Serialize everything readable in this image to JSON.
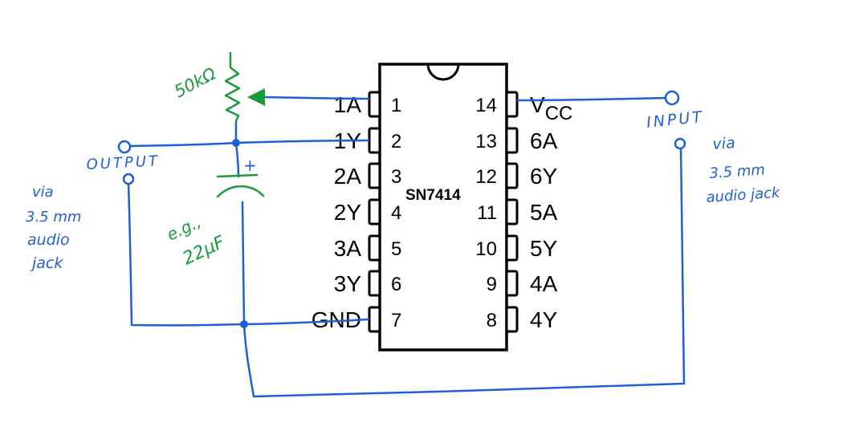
{
  "chip": {
    "name": "SN7414",
    "left_pins": [
      {
        "num": "1",
        "label": "1A"
      },
      {
        "num": "2",
        "label": "1Y"
      },
      {
        "num": "3",
        "label": "2A"
      },
      {
        "num": "4",
        "label": "2Y"
      },
      {
        "num": "5",
        "label": "3A"
      },
      {
        "num": "6",
        "label": "3Y"
      },
      {
        "num": "7",
        "label": "GND"
      }
    ],
    "right_pins": [
      {
        "num": "14",
        "label": "V",
        "sub": "CC"
      },
      {
        "num": "13",
        "label": "6A"
      },
      {
        "num": "12",
        "label": "6Y"
      },
      {
        "num": "11",
        "label": "5A"
      },
      {
        "num": "10",
        "label": "5Y"
      },
      {
        "num": "9",
        "label": "4A"
      },
      {
        "num": "8",
        "label": "4Y"
      }
    ]
  },
  "annotations": {
    "resistor": "50kΩ",
    "cap_plus": "+",
    "cap_value_1": "e.g.,",
    "cap_value_2": "22µF",
    "output": "OUTPUT",
    "input": "INPUT",
    "left_note": [
      "via",
      "3.5 mm",
      "audio",
      "jack"
    ],
    "right_note": [
      "via",
      "3.5 mm",
      "audio jack"
    ]
  },
  "colors": {
    "wire": "#1f5fd6",
    "component": "#1a9b3a",
    "chip": "#000000"
  }
}
